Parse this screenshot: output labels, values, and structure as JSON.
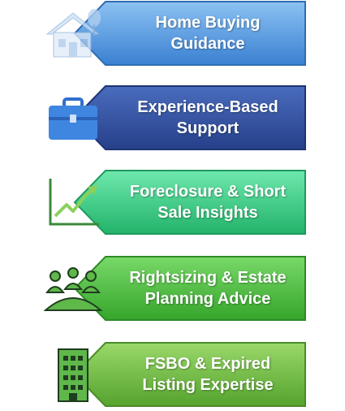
{
  "items": [
    {
      "label": "Home Buying\nGuidance",
      "icon": "house-icon",
      "color_top": "#7fb8ee",
      "color_bottom": "#3f86d6",
      "stroke": "#2f6db3"
    },
    {
      "label": "Experience-Based\nSupport",
      "icon": "briefcase-icon",
      "color_top": "#3e5fb0",
      "color_bottom": "#2a438e",
      "stroke": "#1f3473"
    },
    {
      "label": "Foreclosure & Short\nSale Insights",
      "icon": "rising-chart-icon",
      "color_top": "#5fe0a0",
      "color_bottom": "#25b86f",
      "stroke": "#1f9a5d"
    },
    {
      "label": "Rightsizing & Estate\nPlanning  Advice",
      "icon": "meeting-people-icon",
      "color_top": "#69d05a",
      "color_bottom": "#3aa82f",
      "stroke": "#2f8a27"
    },
    {
      "label": "FSBO & Expired\nListing Expertise",
      "icon": "office-building-icon",
      "color_top": "#8fd05e",
      "color_bottom": "#5aa831",
      "stroke": "#4a8c28"
    }
  ]
}
